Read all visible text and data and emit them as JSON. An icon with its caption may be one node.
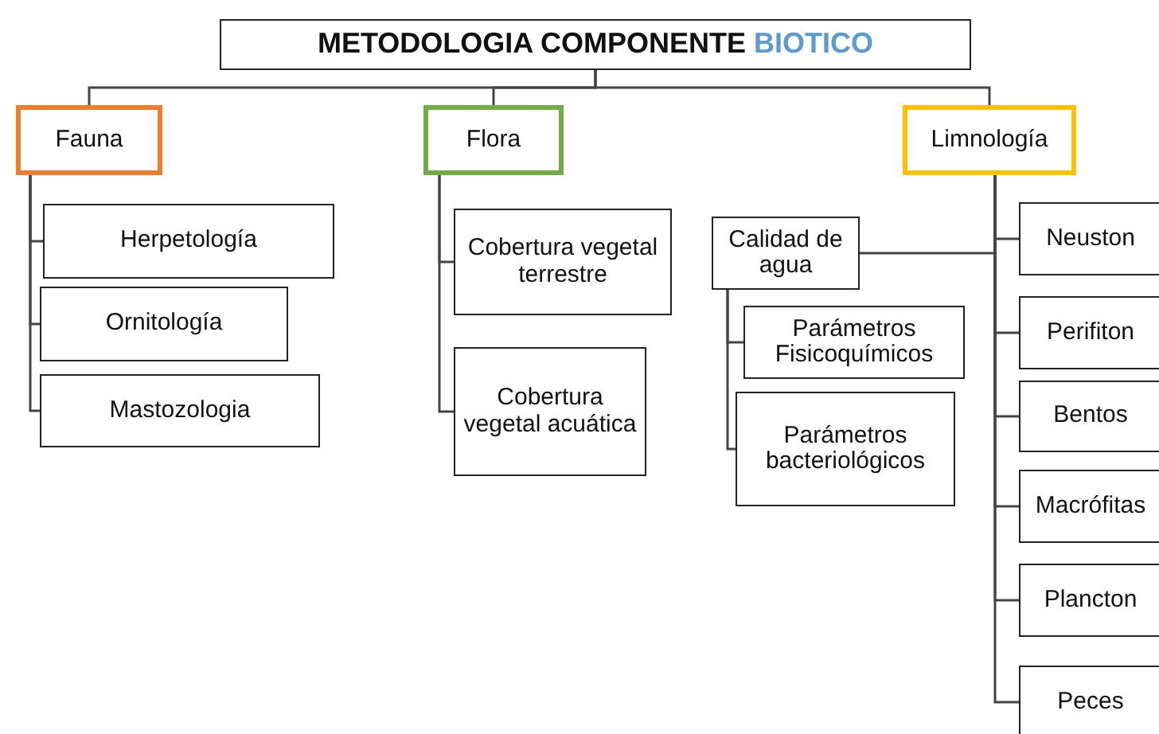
{
  "diagram": {
    "nodes": [
      {
        "text": [
          "METODOLOGIA COMPONENTE",
          "BIOTICO"
        ]
      },
      {
        "text": [
          "Fauna"
        ]
      },
      {
        "text": [
          "Flora"
        ]
      },
      {
        "text": [
          "Limnología"
        ]
      },
      {
        "text": [
          "Herpetología"
        ]
      },
      {
        "text": [
          "Ornitología"
        ]
      },
      {
        "text": [
          "Mastozologia"
        ]
      },
      {
        "text": [
          "Cobertura vegetal terrestre"
        ]
      },
      {
        "text": [
          "Cobertura vegetal acuática"
        ]
      },
      {
        "text": [
          "Calidad de agua"
        ]
      },
      {
        "text": [
          "Parámetros Fisicoquímicos"
        ]
      },
      {
        "text": [
          "Parámetros bacteriológicos"
        ]
      },
      {
        "text": [
          "Neuston"
        ]
      },
      {
        "text": [
          "Perifiton"
        ]
      },
      {
        "text": [
          "Bentos"
        ]
      },
      {
        "text": [
          "Macrófitas"
        ]
      },
      {
        "text": [
          "Plancton"
        ]
      },
      {
        "text": [
          "Peces"
        ]
      }
    ],
    "edges": [
      {
        "from": 0,
        "to": 1,
        "arrow": "none"
      },
      {
        "from": 0,
        "to": 2,
        "arrow": "none"
      },
      {
        "from": 0,
        "to": 3,
        "arrow": "none"
      },
      {
        "from": 1,
        "to": 4,
        "arrow": "none"
      },
      {
        "from": 1,
        "to": 5,
        "arrow": "none"
      },
      {
        "from": 1,
        "to": 6,
        "arrow": "none"
      },
      {
        "from": 2,
        "to": 7,
        "arrow": "none"
      },
      {
        "from": 2,
        "to": 8,
        "arrow": "none"
      },
      {
        "from": 3,
        "to": 9,
        "arrow": "none"
      },
      {
        "from": 9,
        "to": 10,
        "arrow": "none"
      },
      {
        "from": 9,
        "to": 11,
        "arrow": "none"
      },
      {
        "from": 3,
        "to": 12,
        "arrow": "none"
      },
      {
        "from": 3,
        "to": 13,
        "arrow": "none"
      },
      {
        "from": 3,
        "to": 14,
        "arrow": "none"
      },
      {
        "from": 3,
        "to": 15,
        "arrow": "none"
      },
      {
        "from": 3,
        "to": 16,
        "arrow": "none"
      },
      {
        "from": 3,
        "to": 17,
        "arrow": "none"
      }
    ]
  }
}
